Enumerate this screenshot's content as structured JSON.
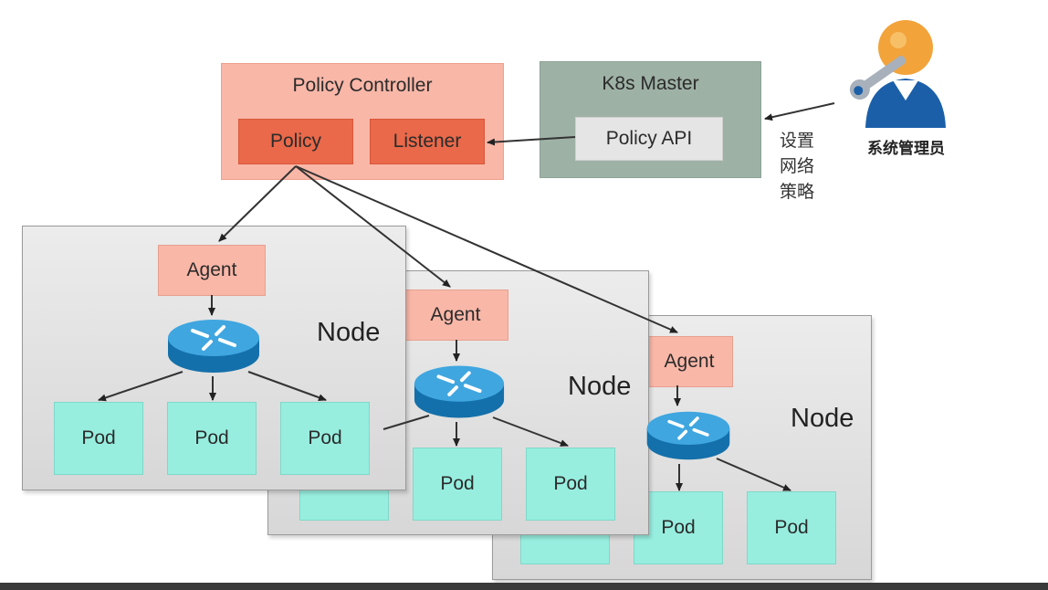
{
  "controller": {
    "title": "Policy Controller",
    "policy": "Policy",
    "listener": "Listener"
  },
  "master": {
    "title": "K8s Master",
    "api": "Policy API"
  },
  "admin": {
    "action_lines": [
      "设置",
      "网络",
      "策略"
    ],
    "label": "系统管理员"
  },
  "nodes": [
    {
      "label": "Node",
      "agent": "Agent",
      "pods": [
        "Pod",
        "Pod",
        "Pod"
      ]
    },
    {
      "label": "Node",
      "agent": "Agent",
      "pods": [
        "Pod",
        "Pod",
        "Pod"
      ]
    },
    {
      "label": "Node",
      "agent": "Agent",
      "pods": [
        "Pod",
        "Pod",
        "Pod"
      ]
    }
  ],
  "colors": {
    "controller": "#f9b7a8",
    "policy_box": "#e9694a",
    "master": "#9eb1a5",
    "pod": "#97eedf",
    "router": "#1f86c4"
  }
}
